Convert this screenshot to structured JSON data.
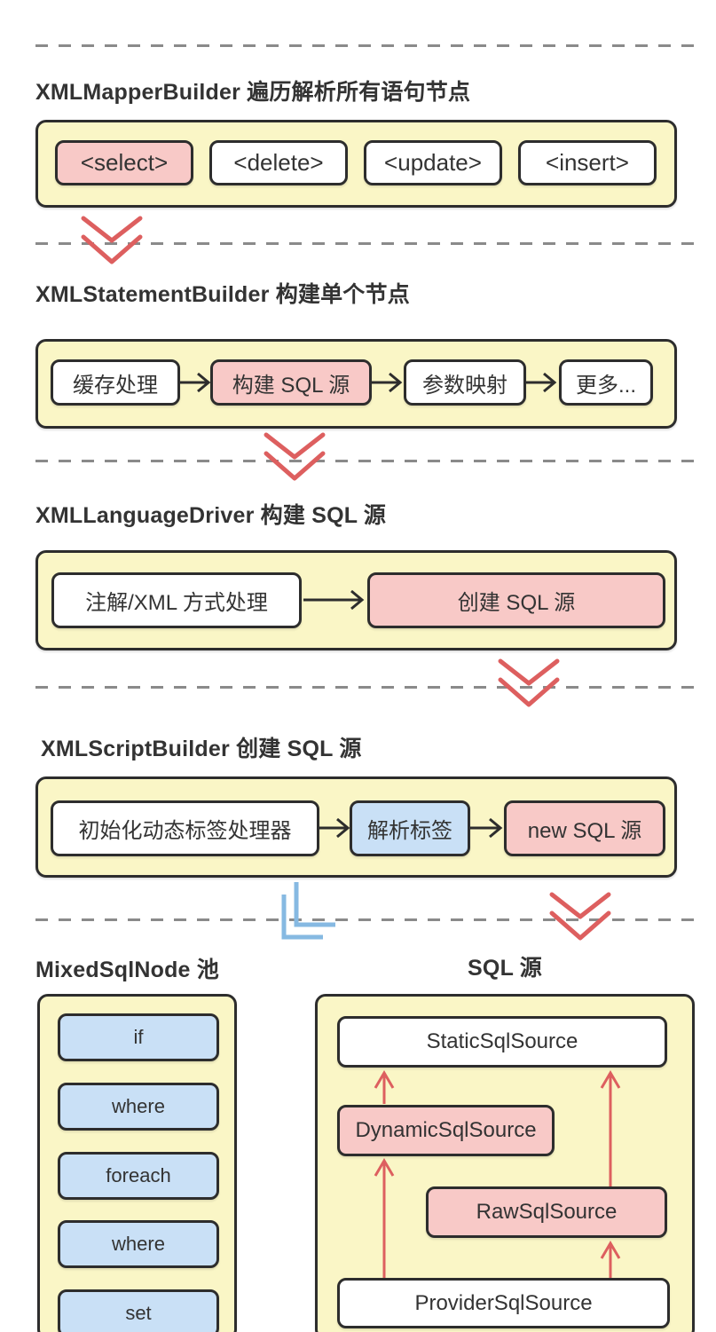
{
  "colors": {
    "panel_yellow": "#faf6c6",
    "node_pink": "#f8c9c7",
    "node_blue": "#c9e0f6",
    "node_white": "#ffffff",
    "border_dark": "#2d2d2d",
    "arrow_red": "#dd5f5f",
    "arrow_blue": "#86b9e2",
    "divider_gray": "#8a8a8a",
    "text": "#333333"
  },
  "sections": [
    {
      "title": "XMLMapperBuilder 遍历解析所有语句节点",
      "nodes": [
        {
          "label": "<select>",
          "variant": "pink"
        },
        {
          "label": "<delete>",
          "variant": "white"
        },
        {
          "label": "<update>",
          "variant": "white"
        },
        {
          "label": "<insert>",
          "variant": "white"
        }
      ]
    },
    {
      "title": "XMLStatementBuilder 构建单个节点",
      "nodes": [
        {
          "label": "缓存处理",
          "variant": "white"
        },
        {
          "label": "构建 SQL 源",
          "variant": "pink"
        },
        {
          "label": "参数映射",
          "variant": "white"
        },
        {
          "label": "更多...",
          "variant": "white"
        }
      ]
    },
    {
      "title": "XMLLanguageDriver 构建 SQL 源",
      "nodes": [
        {
          "label": "注解/XML 方式处理",
          "variant": "white"
        },
        {
          "label": "创建 SQL 源",
          "variant": "pink"
        }
      ]
    },
    {
      "title": "XMLScriptBuilder 创建 SQL 源",
      "nodes": [
        {
          "label": "初始化动态标签处理器",
          "variant": "white"
        },
        {
          "label": "解析标签",
          "variant": "blue"
        },
        {
          "label": "new SQL 源",
          "variant": "pink"
        }
      ]
    }
  ],
  "pools": {
    "left": {
      "title": "MixedSqlNode 池",
      "nodes": [
        {
          "label": "if"
        },
        {
          "label": "where"
        },
        {
          "label": "foreach"
        },
        {
          "label": "where"
        },
        {
          "label": "set"
        }
      ]
    },
    "right": {
      "title": "SQL 源",
      "nodes": [
        {
          "label": "StaticSqlSource",
          "variant": "white"
        },
        {
          "label": "DynamicSqlSource",
          "variant": "pink"
        },
        {
          "label": "RawSqlSource",
          "variant": "pink"
        },
        {
          "label": "ProviderSqlSource",
          "variant": "white"
        }
      ]
    }
  }
}
